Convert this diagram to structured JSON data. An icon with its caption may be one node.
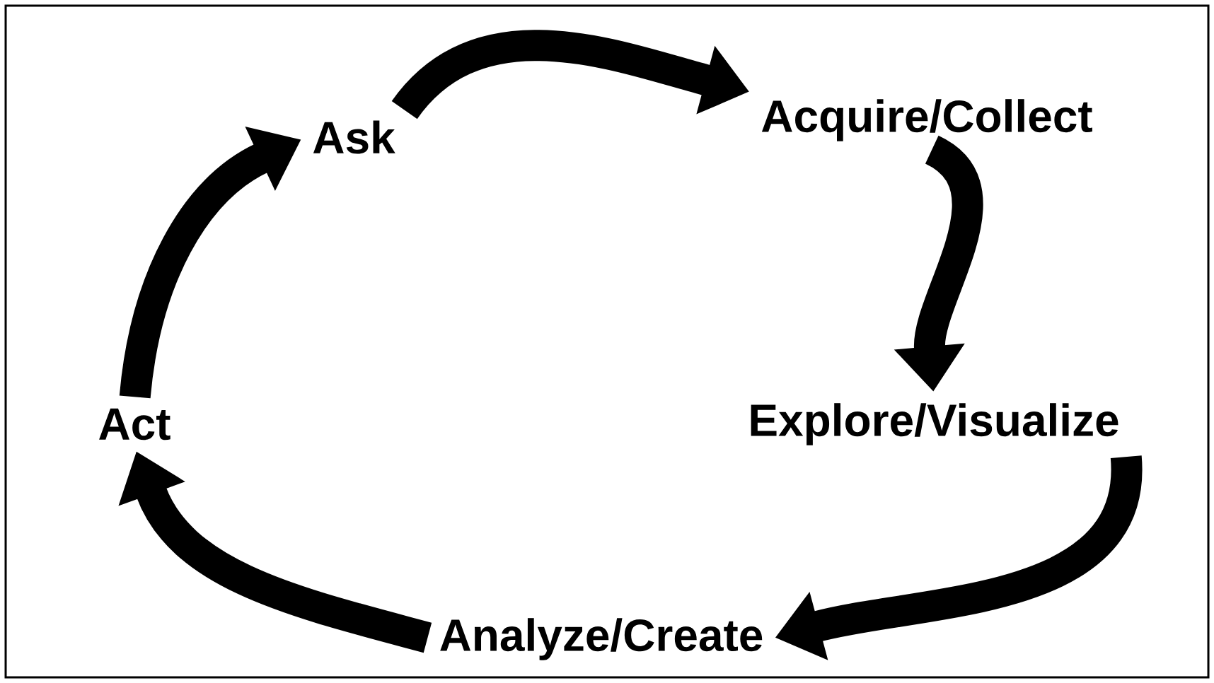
{
  "diagram": {
    "nodes": [
      {
        "text": [
          "Ask"
        ]
      },
      {
        "text": [
          "Acquire/Collect"
        ]
      },
      {
        "text": [
          "Explore/Visualize"
        ]
      },
      {
        "text": [
          "Analyze/Create"
        ]
      },
      {
        "text": [
          "Act"
        ]
      }
    ],
    "edges": [
      {
        "from": 0,
        "to": 1,
        "arrow": "to"
      },
      {
        "from": 1,
        "to": 2,
        "arrow": "to"
      },
      {
        "from": 2,
        "to": 3,
        "arrow": "to"
      },
      {
        "from": 3,
        "to": 4,
        "arrow": "to"
      },
      {
        "from": 4,
        "to": 0,
        "arrow": "to"
      }
    ]
  }
}
